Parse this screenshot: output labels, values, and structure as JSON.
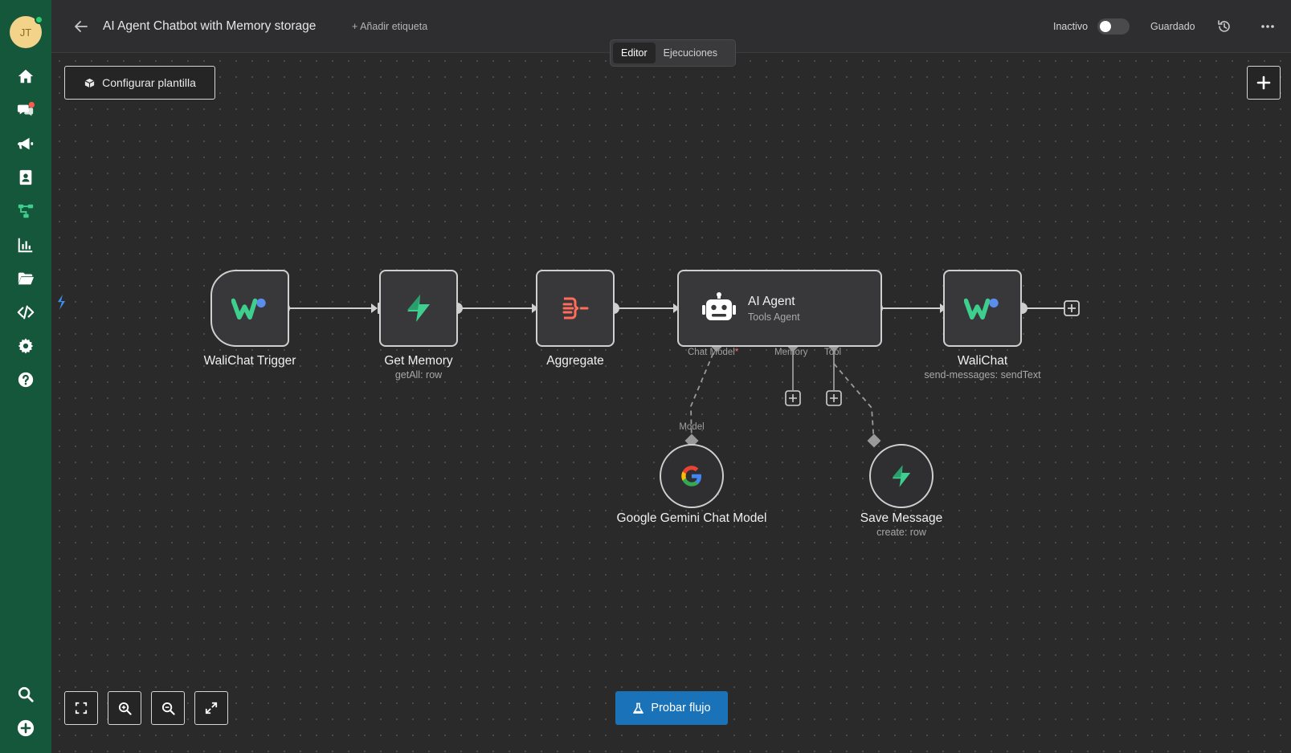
{
  "user": {
    "initials": "JT"
  },
  "sidebar": {
    "items": [
      {
        "icon": "home-icon"
      },
      {
        "icon": "chat-icon"
      },
      {
        "icon": "megaphone-icon"
      },
      {
        "icon": "contacts-icon"
      },
      {
        "icon": "workflow-icon"
      },
      {
        "icon": "chart-icon"
      },
      {
        "icon": "folder-icon"
      },
      {
        "icon": "code-icon"
      },
      {
        "icon": "gear-icon"
      },
      {
        "icon": "help-icon"
      },
      {
        "icon": "search-icon"
      },
      {
        "icon": "add-circle-icon"
      }
    ]
  },
  "header": {
    "title": "AI Agent Chatbot with Memory storage",
    "add_tag": "+ Añadir etiqueta",
    "status_label": "Inactivo",
    "saved_label": "Guardado",
    "tabs": [
      {
        "label": "Editor",
        "active": true
      },
      {
        "label": "Ejecuciones",
        "active": false
      }
    ]
  },
  "canvas": {
    "config_button": "Configurar plantilla",
    "run_button": "Probar flujo",
    "nodes": [
      {
        "id": "walichat-trigger",
        "label": "WaliChat Trigger",
        "sub": ""
      },
      {
        "id": "get-memory",
        "label": "Get Memory",
        "sub": "getAll: row"
      },
      {
        "id": "aggregate",
        "label": "Aggregate",
        "sub": ""
      },
      {
        "id": "ai-agent",
        "label": "AI Agent",
        "sub": "Tools Agent"
      },
      {
        "id": "walichat",
        "label": "WaliChat",
        "sub": "send-messages: sendText"
      },
      {
        "id": "gemini",
        "label": "Google Gemini Chat Model",
        "sub": ""
      },
      {
        "id": "save-message",
        "label": "Save Message",
        "sub": "create: row"
      }
    ],
    "ports": {
      "chat_model": "Chat Model",
      "chat_model_required": "*",
      "memory": "Memory",
      "tool": "Tool",
      "model": "Model"
    }
  },
  "colors": {
    "sidebar": "#15573a",
    "accent_blue": "#1a73b8",
    "supabase_green": "#3ecf8e",
    "aggregate_red": "#ff6d5a"
  }
}
